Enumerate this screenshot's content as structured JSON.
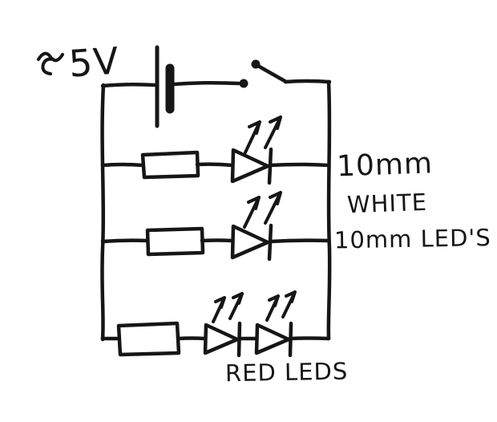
{
  "theme": {
    "ink": "#161616",
    "background": "#ffffff"
  },
  "schematic": {
    "supply_label": "5V",
    "top_branch_size_label": "10mm",
    "white_leds_label_line1": "WHITE",
    "white_leds_label_line2": "10mm LED'S",
    "red_leds_label": "RED LEDS"
  }
}
